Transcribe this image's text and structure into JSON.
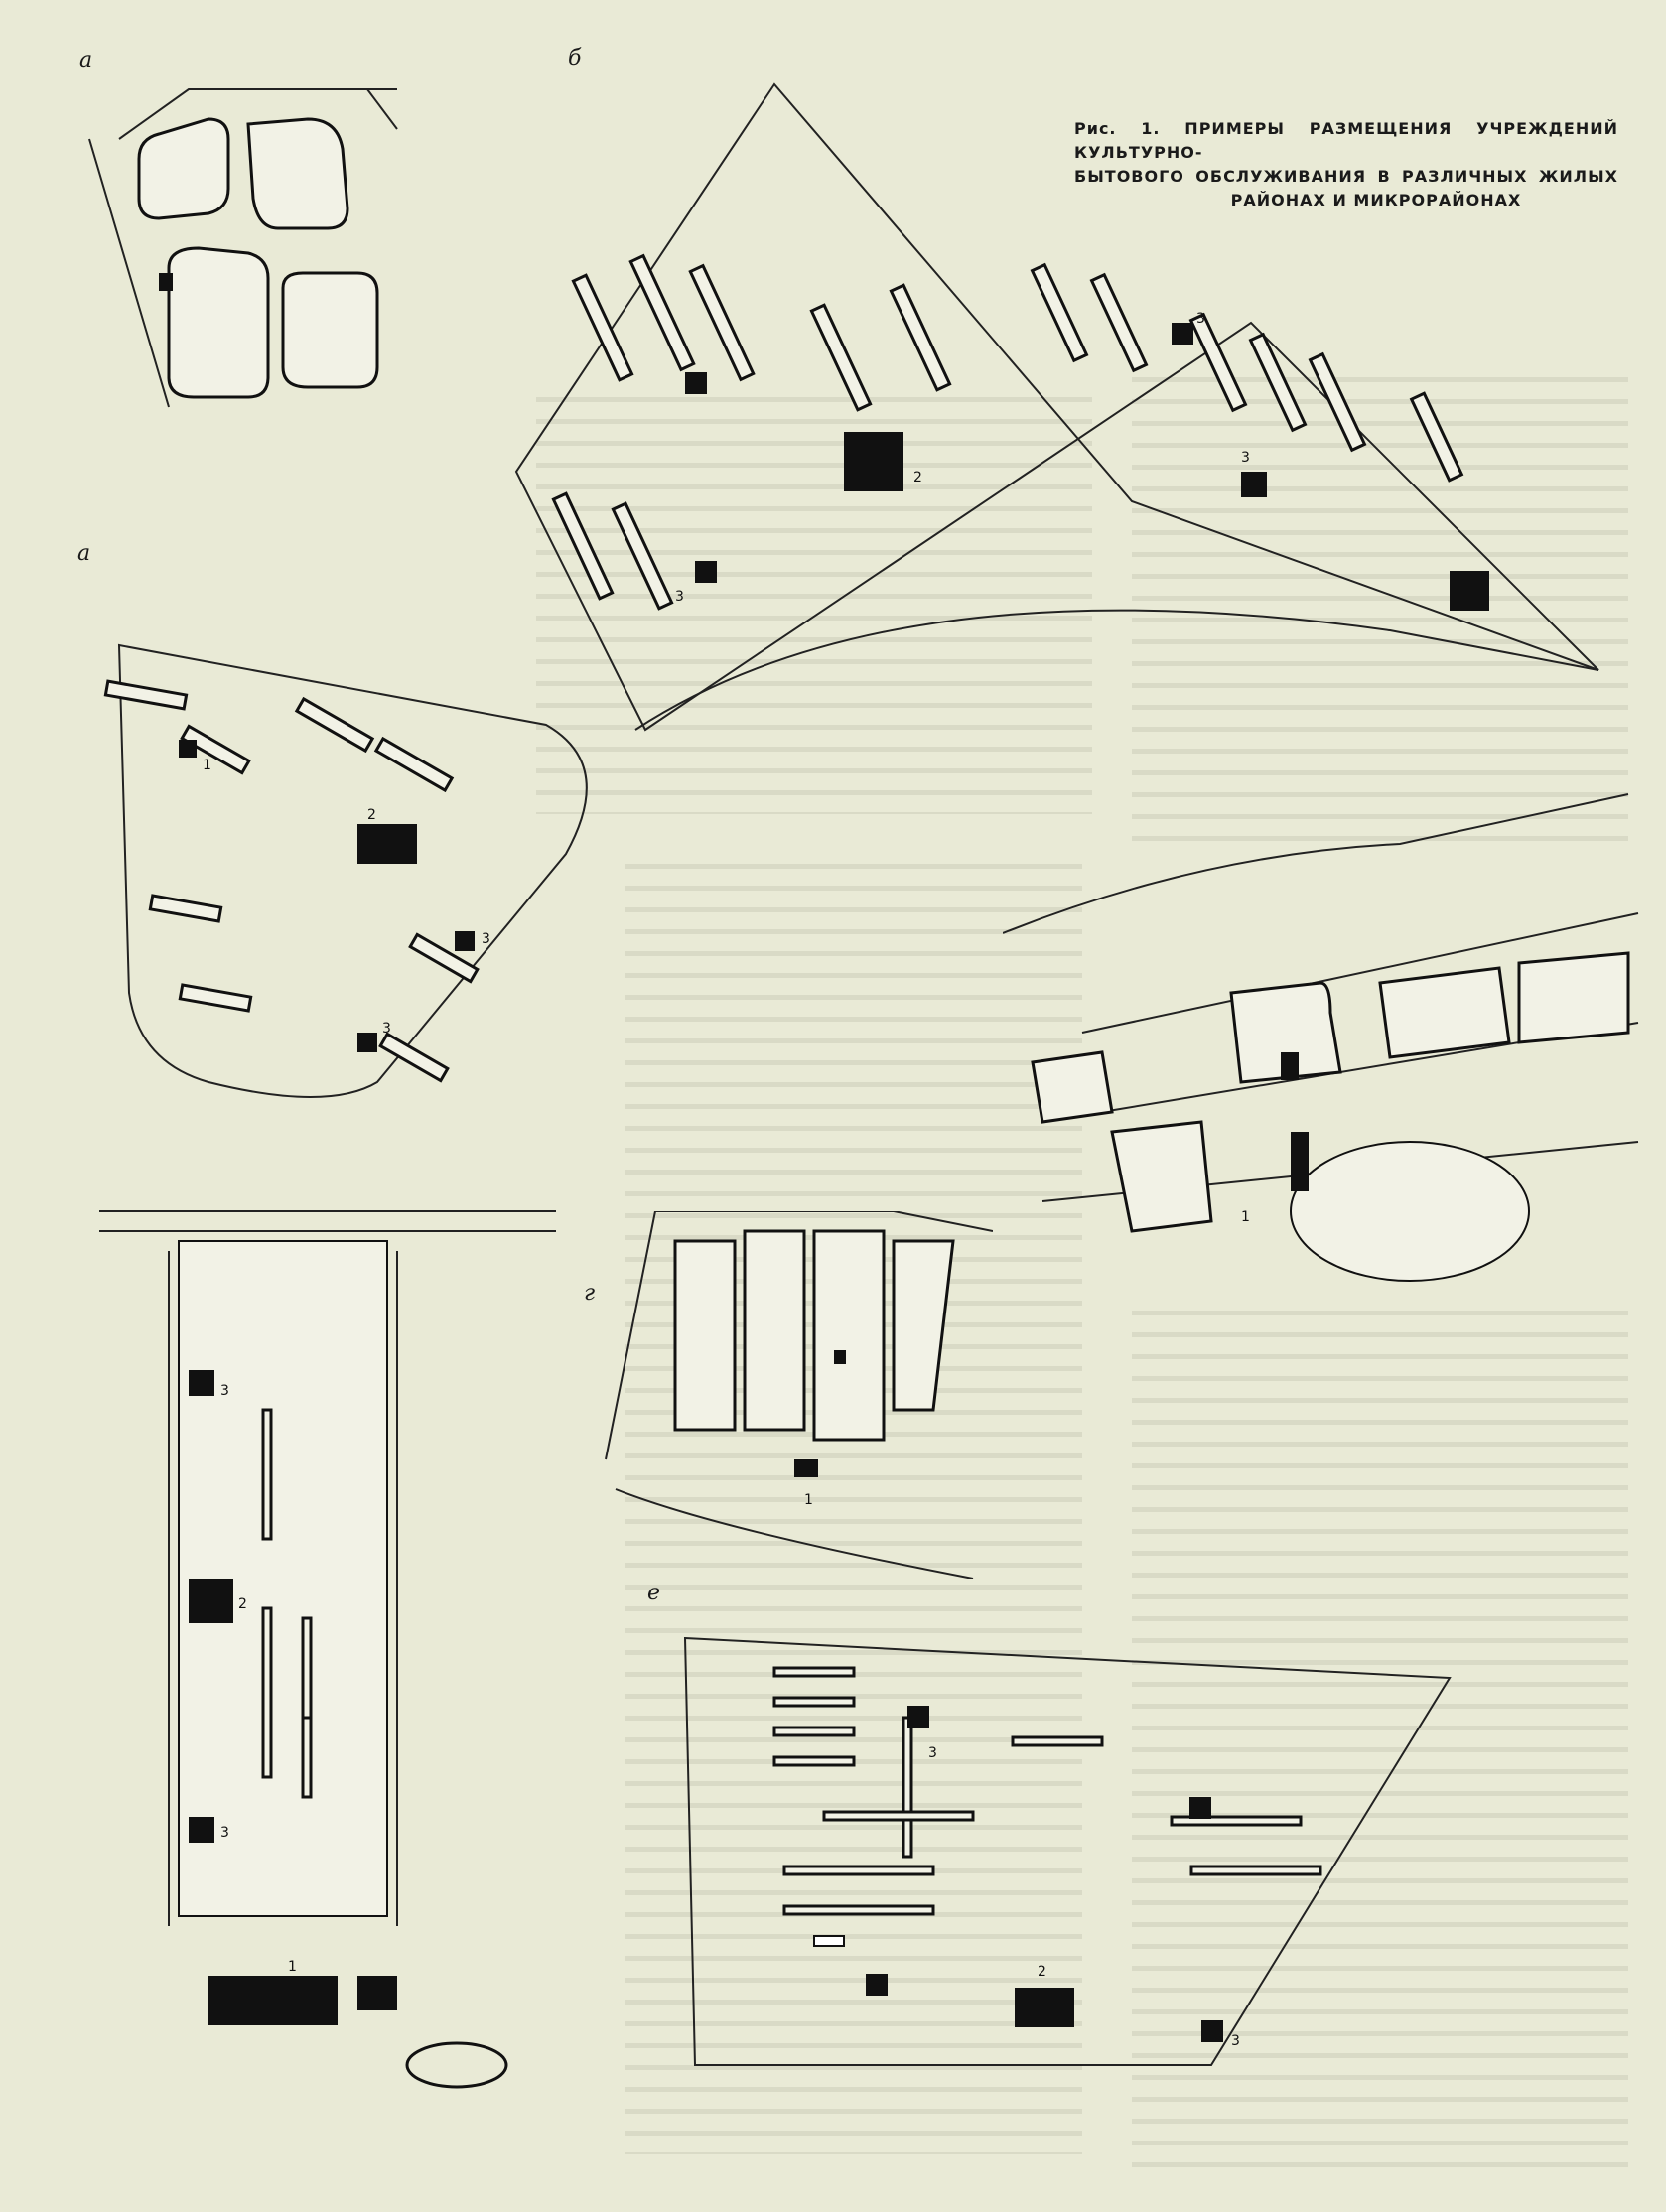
{
  "figure": {
    "caption_line1": "Рис. 1. ПРИМЕРЫ РАЗМЕЩЕНИЯ УЧРЕЖДЕНИЙ КУЛЬТУРНО-",
    "caption_line2": "БЫТОВОГО ОБСЛУЖИВАНИЯ В РАЗЛИЧНЫХ ЖИЛЫХ",
    "caption_line3": "РАЙОНАХ И МИКРОРАЙОНАХ"
  },
  "panel_labels": {
    "a_top": "а",
    "b": "б",
    "a_mid": "а",
    "g": "г",
    "e": "е"
  },
  "plan_numbers": {
    "one": "1",
    "two": "2",
    "three": "3"
  },
  "colors": {
    "paper": "#e9ead6",
    "ink": "#111111",
    "ghost": "#cfd0bc"
  }
}
